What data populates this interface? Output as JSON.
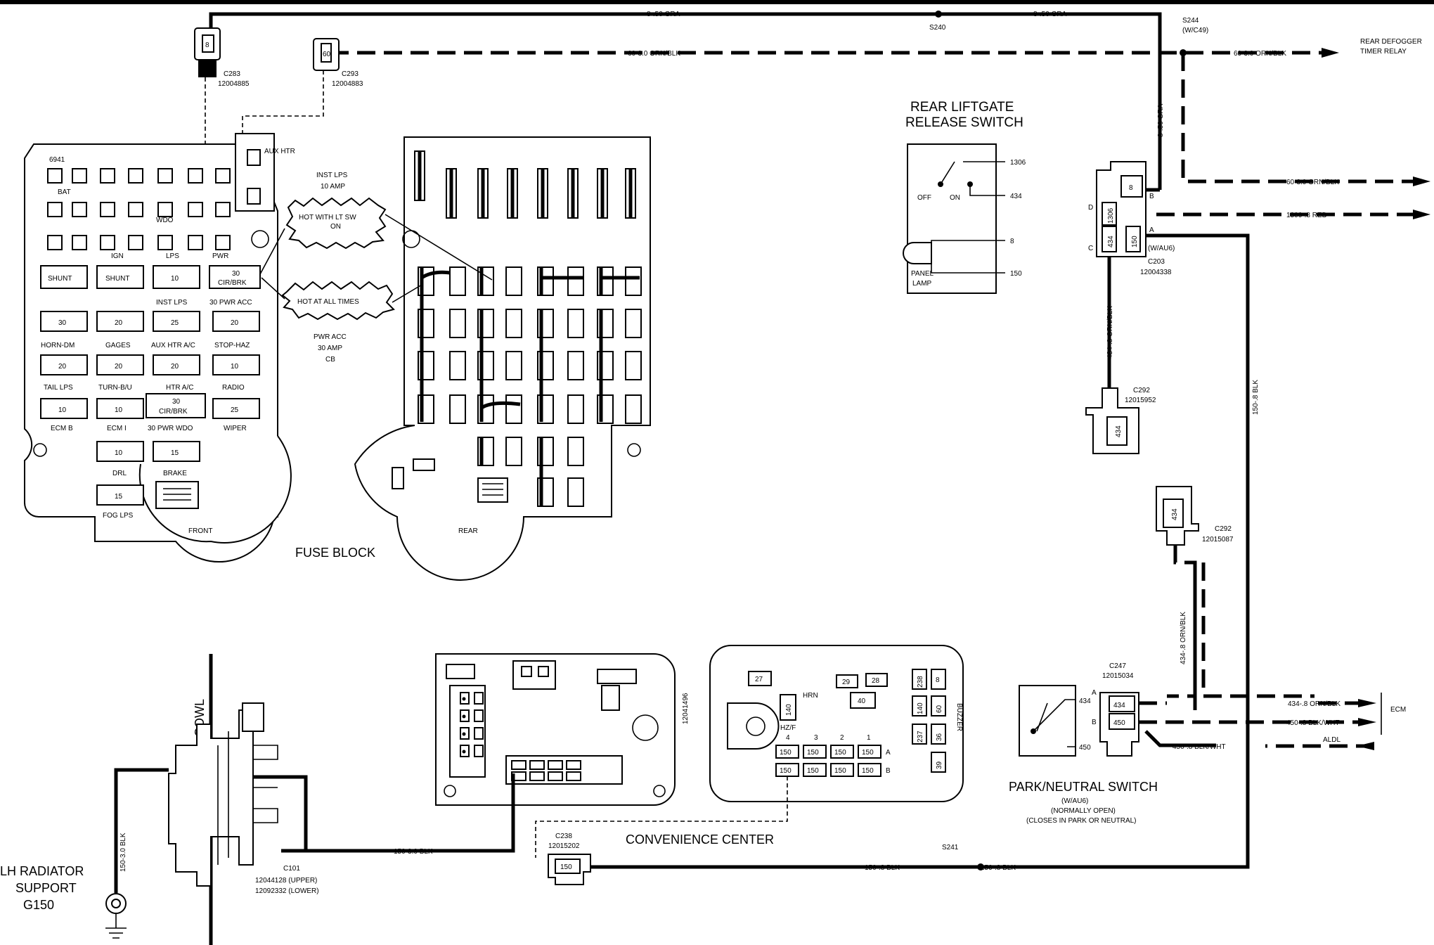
{
  "wires": {
    "top_gra_left": "8-.50 GRA",
    "top_gra_right": "8-.50 GRA",
    "s240": "S240",
    "s244": "S244",
    "s244_sub": "(W/C49)",
    "orn_blk_top": "60-3.0 ORN/BLK",
    "orn_blk_top_right": "60-3.0 ORN/BLK",
    "rear_defogger_1": "REAR DEFOGGER",
    "rear_defogger_2": "TIMER RELAY",
    "gra_vertical": "8-.50 GRA",
    "orn_blk_mid": "60-3.0 ORN/BLK",
    "red_mid": "1306-.8 RED",
    "orn_blk_434": "434-.8 ORN/BLK",
    "blk_150_vert": "150-.8 BLK",
    "orn_blk_434_b": "434-.8 ORN/BLK",
    "ecm_434": "434-.8 ORN/BLK",
    "ecm_450": "450-.8 BLK/WHT",
    "aldl_450": "450-.8 BLK/WHT",
    "ecm": "ECM",
    "aldl": "ALDL",
    "blk_150_bottom_a": "150-.8 BLK",
    "blk_150_bottom_b": "150-.8 BLK",
    "s241": "S241",
    "blk_150_3": "150-3.0 BLK",
    "blk_150_3_vert": "150-3.0 BLK"
  },
  "connectors": {
    "c283a_id": "C283",
    "c283a_part": "12004885",
    "c283a_pin": "8",
    "c293_id": "C293",
    "c293_part": "12004883",
    "c293_pin": "60",
    "c203_id": "C203",
    "c203_part": "12004338",
    "c203_wau6": "(W/AU6)",
    "c203_pin_b": "8",
    "c203_pin_1306": "1306",
    "c203_pin_434": "434",
    "c203_pin_150": "150",
    "c203_letter_b": "B",
    "c203_letter_d": "D",
    "c203_letter_a": "A",
    "c203_letter_c": "C",
    "c292a_id": "C292",
    "c292a_part": "12015952",
    "c292a_pin": "434",
    "c292b_id": "C292",
    "c292b_part": "12015087",
    "c292b_pin": "434",
    "c247_id": "C247",
    "c247_part": "12015034",
    "c247_pin_434": "434",
    "c247_pin_450": "450",
    "c238_id": "C238",
    "c238_part": "12015202",
    "c238_pin": "150",
    "c101_id": "C101",
    "c101_upper": "12044128 (UPPER)",
    "c101_lower": "12092332 (LOWER)"
  },
  "liftgate": {
    "title_1": "REAR LIFTGATE",
    "title_2": "RELEASE SWITCH",
    "off": "OFF",
    "on": "ON",
    "pin_1306": "1306",
    "pin_434": "434",
    "pin_8": "8",
    "pin_150": "150",
    "panel": "PANEL",
    "lamp": "LAMP"
  },
  "park_neutral": {
    "title": "PARK/NEUTRAL SWITCH",
    "sub1": "(W/AU6)",
    "sub2": "(NORMALLY OPEN)",
    "sub3": "(CLOSES IN PARK OR NEUTRAL)",
    "pin_434": "434",
    "pin_450": "450",
    "letter_a": "A",
    "letter_b": "B"
  },
  "fuse_block": {
    "title": "FUSE BLOCK",
    "front": "FRONT",
    "rear": "REAR",
    "part": "6941",
    "bat": "BAT",
    "wdo": "WDO",
    "ign": "IGN",
    "lps": "LPS",
    "pwr": "PWR",
    "aux_htr": "AUX HTR",
    "shunt1": "SHUNT",
    "shunt2": "SHUNT",
    "inst_lps": "INST LPS",
    "pwr_acc": "30 PWR ACC",
    "cir_brk_30": "30",
    "cir_brk": "CIR/BRK",
    "horn_dm": "HORN-DM",
    "gages": "GAGES",
    "aux_htr_ac": "AUX HTR A/C",
    "stop_haz": "STOP-HAZ",
    "tail_lps": "TAIL LPS",
    "turn_bu": "TURN-B/U",
    "htr_ac": "HTR A/C",
    "radio": "RADIO",
    "ecm_b": "ECM B",
    "ecm_i": "ECM I",
    "pwr_wdo": "30 PWR WDO",
    "wiper": "WIPER",
    "drl": "DRL",
    "brake": "BRAKE",
    "fog_lps": "FOG LPS",
    "v10": "10",
    "v30": "30",
    "v20": "20",
    "v25": "25",
    "v15": "15",
    "call_hot_lt_1": "HOT WITH LT SW",
    "call_hot_lt_2": "ON",
    "call_hot_all": "HOT AT ALL TIMES",
    "inst_lps_note_1": "INST LPS",
    "inst_lps_note_2": "10 AMP",
    "pwr_acc_note_1": "PWR ACC",
    "pwr_acc_note_2": "30 AMP",
    "pwr_acc_note_3": "CB"
  },
  "convenience": {
    "title": "CONVENIENCE CENTER",
    "part": "12041496",
    "buzzer": "BUZZER",
    "hrn": "HRN",
    "hz_f": "HZ/F",
    "n27": "27",
    "n29": "29",
    "n28": "28",
    "n40": "40",
    "n140": "140",
    "n238": "238",
    "n8": "8",
    "n140b": "140",
    "n60": "60",
    "n237": "237",
    "n36": "36",
    "n39": "39",
    "n150": "150",
    "c4": "4",
    "c3": "3",
    "c2": "2",
    "c1": "1",
    "ra": "A",
    "rb": "B"
  },
  "ground": {
    "cowl": "COWL",
    "rad_1": "LH RADIATOR",
    "rad_2": "SUPPORT",
    "g150": "G150"
  }
}
